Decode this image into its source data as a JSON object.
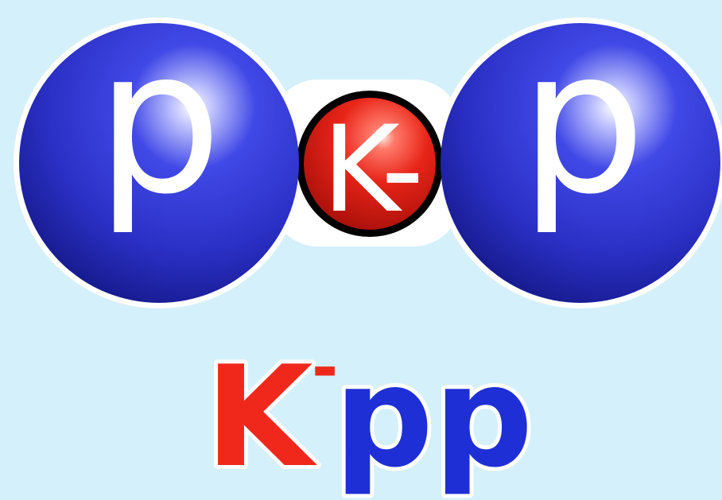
{
  "particles": {
    "left_proton": {
      "label": "p",
      "color": "#2a2fc9"
    },
    "kaon": {
      "label": "K-",
      "color": "#e8201a"
    },
    "right_proton": {
      "label": "p",
      "color": "#2a2fc9"
    }
  },
  "caption": {
    "kaon_letter": "K",
    "kaon_charge": "-",
    "protons": "pp",
    "kaon_color": "#f0281c",
    "proton_color": "#1f2fd6"
  },
  "colors": {
    "background": "#d4f0fb"
  }
}
